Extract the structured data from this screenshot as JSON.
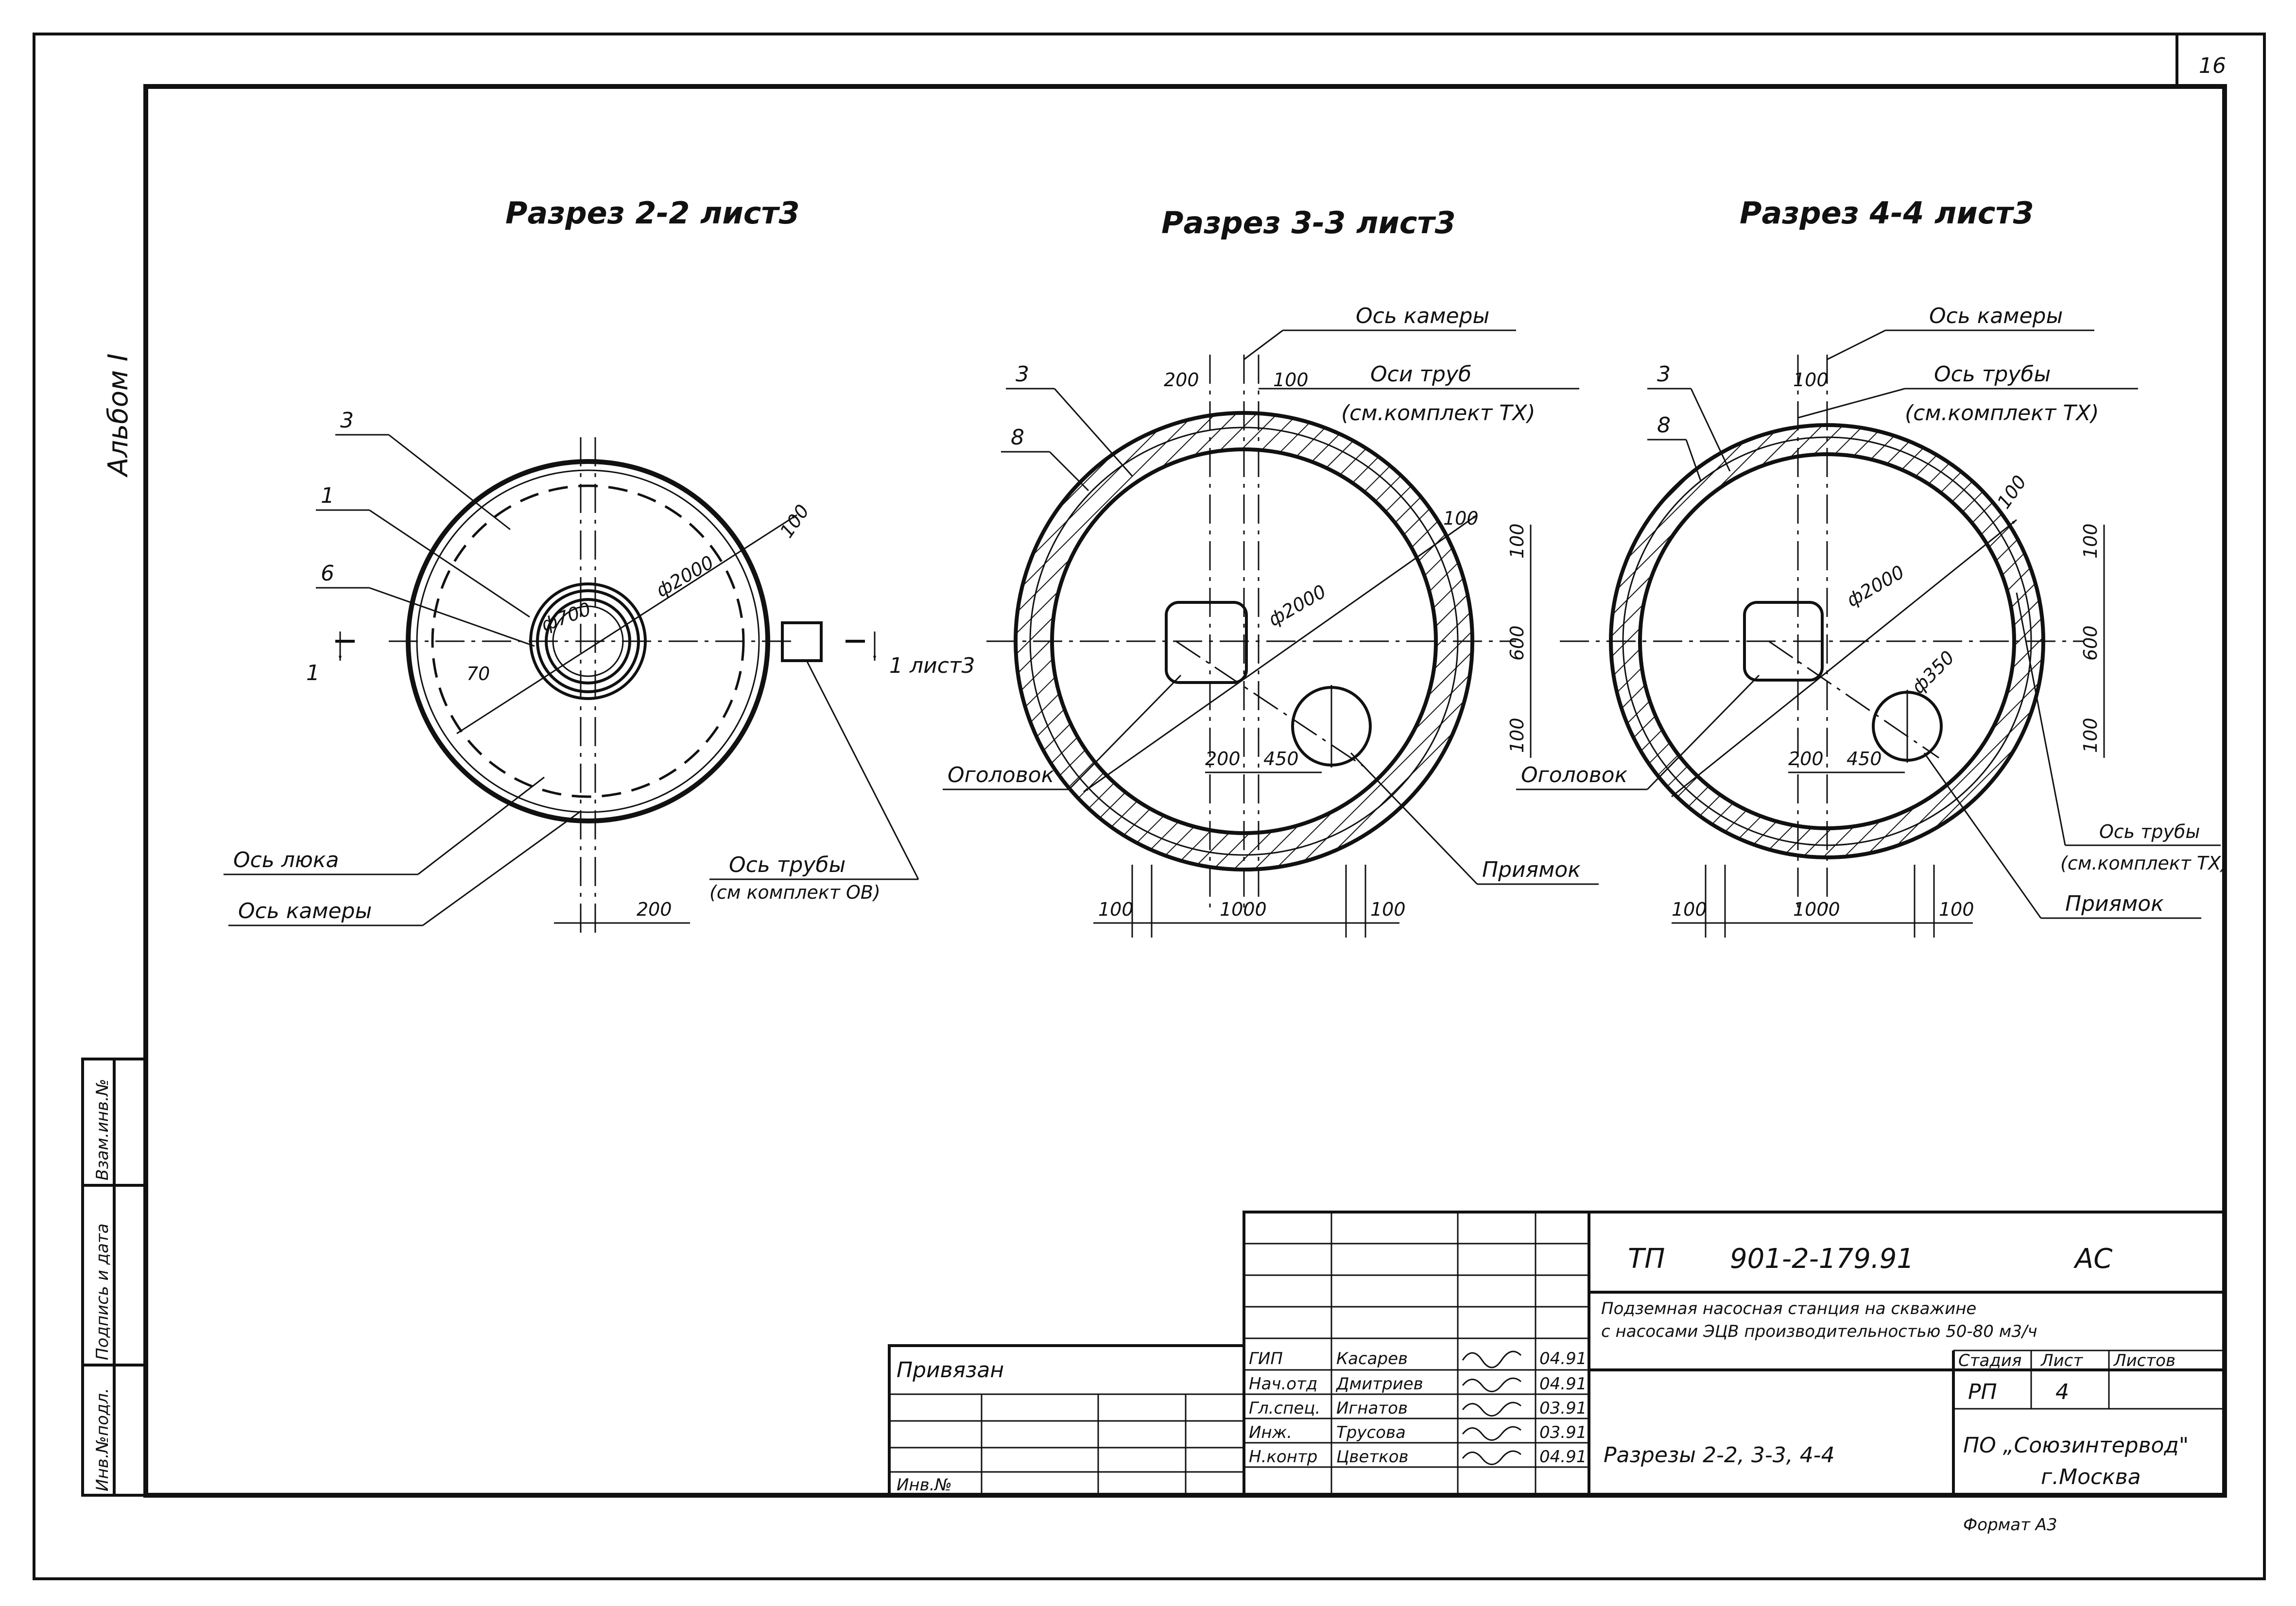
{
  "sheet_number": "16",
  "album_label": "Альбом I",
  "side_stamp": {
    "inv_podl": "Инв.№подл.",
    "podpis_data": "Подпись и дата",
    "vzam_inv": "Взам.инв.№"
  },
  "section_2_2": {
    "title": "Разрез 2-2 лист3",
    "callouts": [
      "3",
      "1",
      "6"
    ],
    "diam_outer": "ф2000",
    "diam_inner": "ф700",
    "dim_100": "100",
    "dim_70": "70",
    "cut_left": "1",
    "cut_right": "1 лист3",
    "hatch_axis_label": "Ось люка",
    "chamber_axis_label": "Ось камеры",
    "pipe_axis_label_1": "Ось трубы",
    "pipe_axis_label_2": "(см комплект ОВ)",
    "dim_200": "200"
  },
  "section_3_3": {
    "title": "Разрез 3-3 лист3",
    "chamber_axis_label": "Ось камеры",
    "pipe_axes_label_1": "Оси труб",
    "pipe_axes_label_2": "(см.комплект ТХ)",
    "callouts": [
      "3",
      "8"
    ],
    "dim_200_top": "200",
    "dim_100_top": "100",
    "dim_100_wall": "100",
    "diam_outer": "ф2000",
    "dim_v_100a": "100",
    "dim_v_600": "600",
    "dim_v_100b": "100",
    "dim_200_inner": "200",
    "dim_450": "450",
    "head_label": "Оголовок",
    "pit_label": "Приямок",
    "dim_100_left": "100",
    "dim_1000": "1000",
    "dim_100_right": "100"
  },
  "section_4_4": {
    "title": "Разрез 4-4 лист3",
    "chamber_axis_label": "Ось камеры",
    "pipe_axis_label_1": "Ось трубы",
    "pipe_axis_label_2": "(см.комплект ТХ)",
    "callouts": [
      "3",
      "8"
    ],
    "dim_100_top": "100",
    "dim_100_wall": "100",
    "diam_outer": "ф2000",
    "diam_pit": "ф350",
    "dim_v_100a": "100",
    "dim_v_600": "600",
    "dim_v_100b": "100",
    "dim_200_inner": "200",
    "dim_450": "450",
    "head_label": "Оголовок",
    "pipe_axis_right_1": "Ось трубы",
    "pipe_axis_right_2": "(см.комплект ТХ)",
    "pit_label": "Приямок",
    "dim_100_left": "100",
    "dim_1000": "1000",
    "dim_100_right": "100"
  },
  "title_block": {
    "code": "ТП",
    "number": "901-2-179.91",
    "mark": "АС",
    "project_line_1": "Подземная насосная станция на скважине",
    "project_line_2": "с насосами ЭЦВ производительностью 50-80 м3/ч",
    "stage_hdr": "Стадия",
    "sheet_hdr": "Лист",
    "sheets_hdr": "Листов",
    "stage": "РП",
    "sheet": "4",
    "sheet_title": "Разрезы 2-2, 3-3, 4-4",
    "org_line_1": "ПО „Союзинтервод\"",
    "org_line_2": "г.Москва",
    "format": "Формат А3",
    "privyazan": "Привязан",
    "inv_no": "Инв.№",
    "signers": [
      {
        "role": "ГИП",
        "name": "Касарев",
        "date": "04.91"
      },
      {
        "role": "Нач.отд",
        "name": "Дмитриев",
        "date": "04.91"
      },
      {
        "role": "Гл.спец.",
        "name": "Игнатов",
        "date": "03.91"
      },
      {
        "role": "Инж.",
        "name": "Трусова",
        "date": "03.91"
      },
      {
        "role": "Н.контр",
        "name": "Цветков",
        "date": "04.91"
      }
    ]
  }
}
